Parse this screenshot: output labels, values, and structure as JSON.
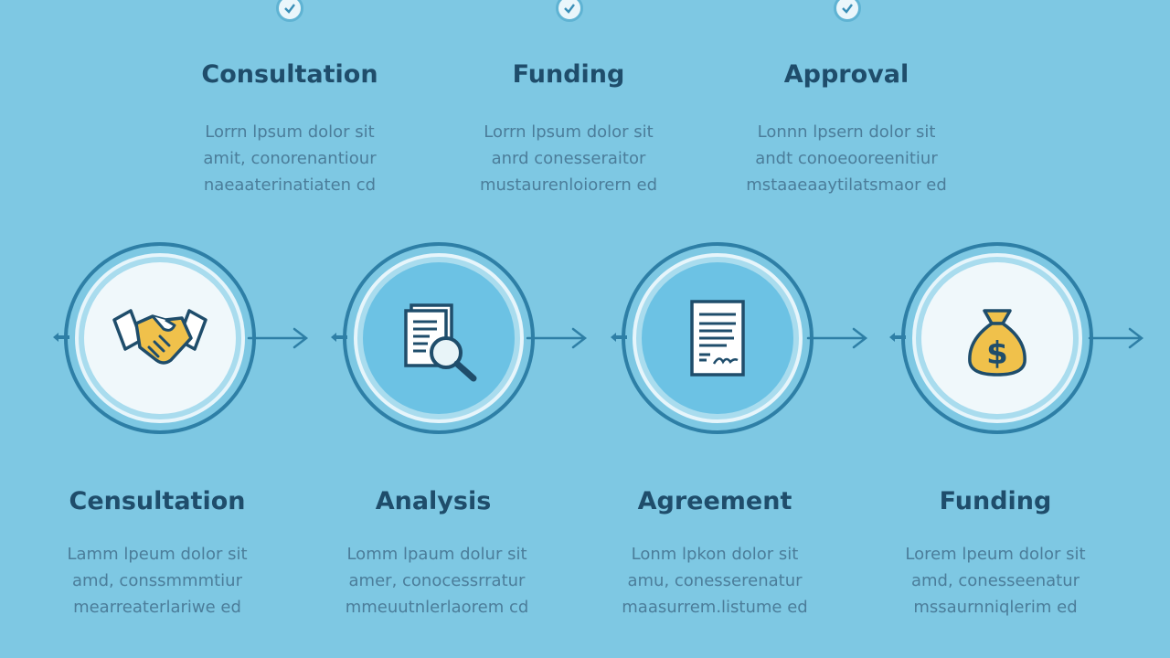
{
  "top_steps": [
    {
      "title": "Consultation",
      "lines": [
        "Lorrn lpsum dolor sit",
        "amit, conorenantiour",
        "naeaaterinatiaten cd"
      ]
    },
    {
      "title": "Funding",
      "lines": [
        "Lorrn lpsum dolor sit",
        "anrd conesseraitor",
        "mustaurenloiorern ed"
      ]
    },
    {
      "title": "Approval",
      "lines": [
        "Lonnn lpsern dolor sit",
        "andt conoeooreenitiur",
        "mstaaeaaytilatsmaor ed"
      ]
    }
  ],
  "bottom_steps": [
    {
      "title": "Censultation",
      "icon": "handshake-icon",
      "lines": [
        "Lamm lpeum dolor sit",
        "amd, conssmmmtiur",
        "mearreaterlariwe ed"
      ]
    },
    {
      "title": "Analysis",
      "icon": "document-search-icon",
      "lines": [
        "Lomm lpaum dolur sit",
        "amer, conocessrratur",
        "mmeuutnlerlaorem cd"
      ]
    },
    {
      "title": "Agreement",
      "icon": "contract-icon",
      "lines": [
        "Lonm lpkon dolor sit",
        "amu, conesserenatur",
        "maasurrem.listume ed"
      ]
    },
    {
      "title": "Funding",
      "icon": "money-bag-icon",
      "lines": [
        "Lorem lpeum dolor sit",
        "amd, conesseenatur",
        "mssaurnniqlerim ed"
      ]
    }
  ],
  "colors": {
    "background": "#7ec8e3",
    "title": "#1f4d6b",
    "text": "#4b7d9a",
    "ring": "#2e7fa6",
    "accent_gold": "#f0c14b"
  }
}
